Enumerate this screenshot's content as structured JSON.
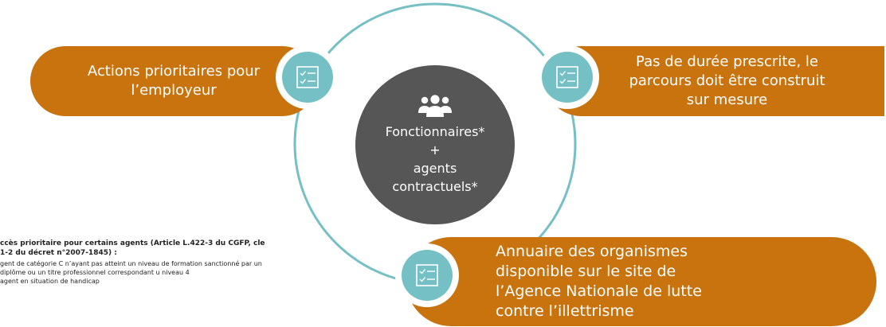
{
  "colors": {
    "accent": "#c8730e",
    "teal": "#75c0c5",
    "center": "#565656",
    "ring": "#76c0c5"
  },
  "left_pill": {
    "text": "Actions prioritaires pour l’employeur"
  },
  "right_pill": {
    "text": "Pas de durée prescrite, le parcours doit être construit sur mesure"
  },
  "center": {
    "icon": "people-group-icon",
    "line1": "Fonctionnaires*",
    "line2": "+",
    "line3": "agents",
    "line4": "contractuels*"
  },
  "bottom_pill": {
    "text": "Annuaire des organismes disponible sur le site de l’Agence Nationale de lutte contre l’illettrisme"
  },
  "note": {
    "heading": "ccès prioritaire pour certains agents (Article L.422-3 du CGFP, cle 1-2 du décret n°2007-1845) :",
    "line1": "gent de catégorie C n’ayant pas atteint un niveau de formation sanctionné par un diplôme ou un titre professionnel correspondant u niveau 4",
    "line2": "agent en situation de handicap"
  },
  "badge_icon": "checklist-icon"
}
